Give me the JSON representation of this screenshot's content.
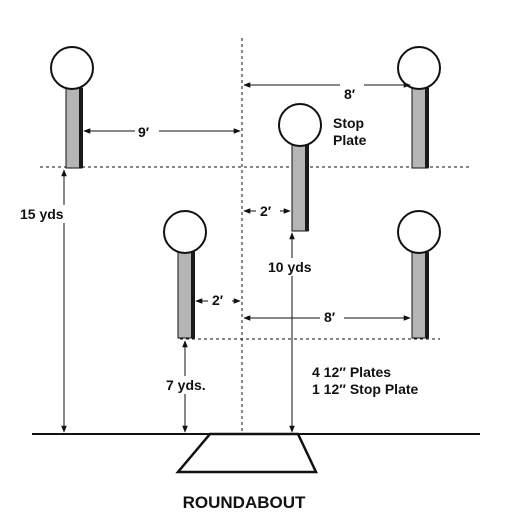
{
  "title": "ROUNDABOUT",
  "labels": {
    "dist_9ft": "9′",
    "dist_8ft_top": "8′",
    "stop_plate_line1": "Stop",
    "stop_plate_line2": "Plate",
    "dist_2ft_upper": "2′",
    "dist_15yds": "15 yds",
    "dist_10yds": "10 yds",
    "dist_2ft_lower": "2′",
    "dist_8ft_lower": "8′",
    "dist_7yds": "7 yds.",
    "plates_line1": "4 12″ Plates",
    "plates_line2": "1 12″ Stop Plate"
  },
  "colors": {
    "post": "#b5b5b5",
    "post_shadow": "#1a1a1a",
    "line": "#111111",
    "plate_fill": "#ffffff"
  }
}
